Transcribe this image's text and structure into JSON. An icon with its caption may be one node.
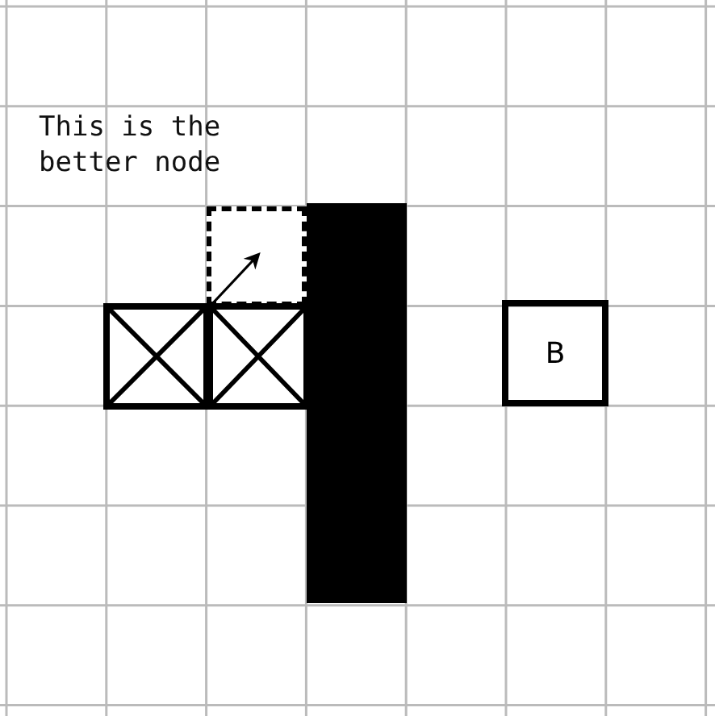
{
  "diagram": {
    "nodes": [
      {
        "text": [],
        "shape": "box",
        "beside": [
          "This is the better node"
        ]
      },
      {
        "text": [],
        "shape": "bar"
      },
      {
        "text": [],
        "shape": "box"
      },
      {
        "text": [],
        "shape": "box"
      },
      {
        "text": [
          "B"
        ]
      }
    ],
    "edges": [
      {
        "from": 3,
        "to": 0,
        "arrow": "to"
      }
    ]
  }
}
